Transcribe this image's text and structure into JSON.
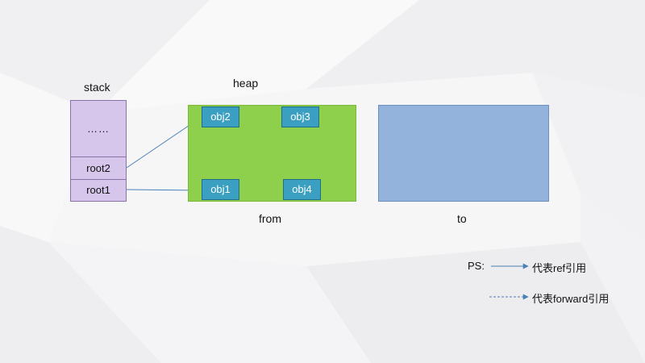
{
  "labels": {
    "stack": "stack",
    "heap": "heap",
    "from": "from",
    "to": "to"
  },
  "stack_cells": {
    "dots": "……",
    "root2": "root2",
    "root1": "root1"
  },
  "objects": {
    "obj1": "obj1",
    "obj2": "obj2",
    "obj3": "obj3",
    "obj4": "obj4"
  },
  "legend": {
    "prefix": "PS:",
    "ref_text": "代表ref引用",
    "forward_text": "代表forward引用"
  },
  "colors": {
    "stack_fill": "#d7c6ec",
    "from_fill": "#8ecf4b",
    "to_fill": "#93b3dc",
    "object_fill": "#3a9fc0",
    "arrow": "#4a7fb5"
  }
}
